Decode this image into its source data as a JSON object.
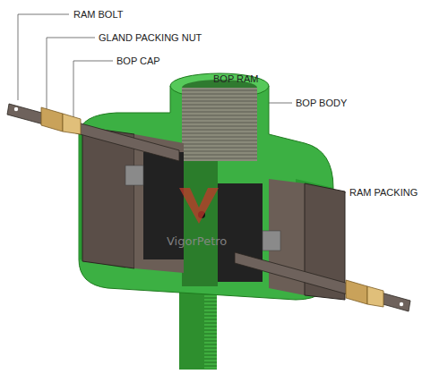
{
  "diagram": {
    "labels": [
      "RAM BOLT",
      "GLAND PACKING NUT",
      "BOP CAP",
      "BOP RAM",
      "BOP BODY",
      "RAM PACKING",
      "VigorPetro"
    ]
  }
}
